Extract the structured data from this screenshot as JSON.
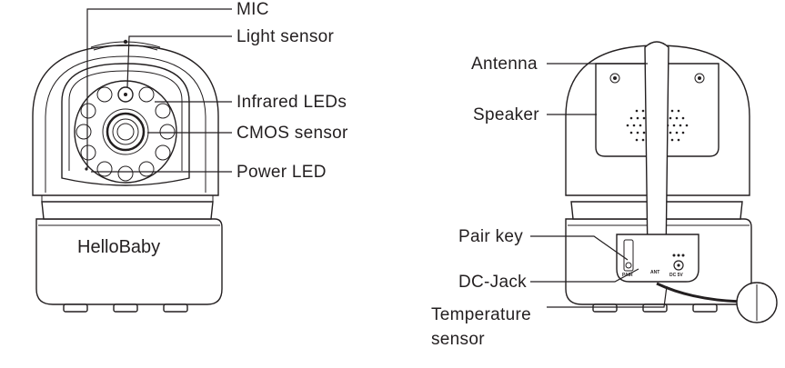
{
  "front_view": {
    "brand": "HelloBaby",
    "labels": {
      "mic": "MIC",
      "light_sensor": "Light sensor",
      "infrared_leds": "Infrared LEDs",
      "cmos_sensor": "CMOS sensor",
      "power_led": "Power LED"
    }
  },
  "back_view": {
    "labels": {
      "antenna": "Antenna",
      "speaker": "Speaker",
      "pair_key": "Pair key",
      "dc_jack": "DC-Jack",
      "temperature_sensor_line1": "Temperature",
      "temperature_sensor_line2": "sensor"
    },
    "port_marks": {
      "pair": "PAIR",
      "ant": "ANT",
      "dc": "DC 5V"
    }
  }
}
